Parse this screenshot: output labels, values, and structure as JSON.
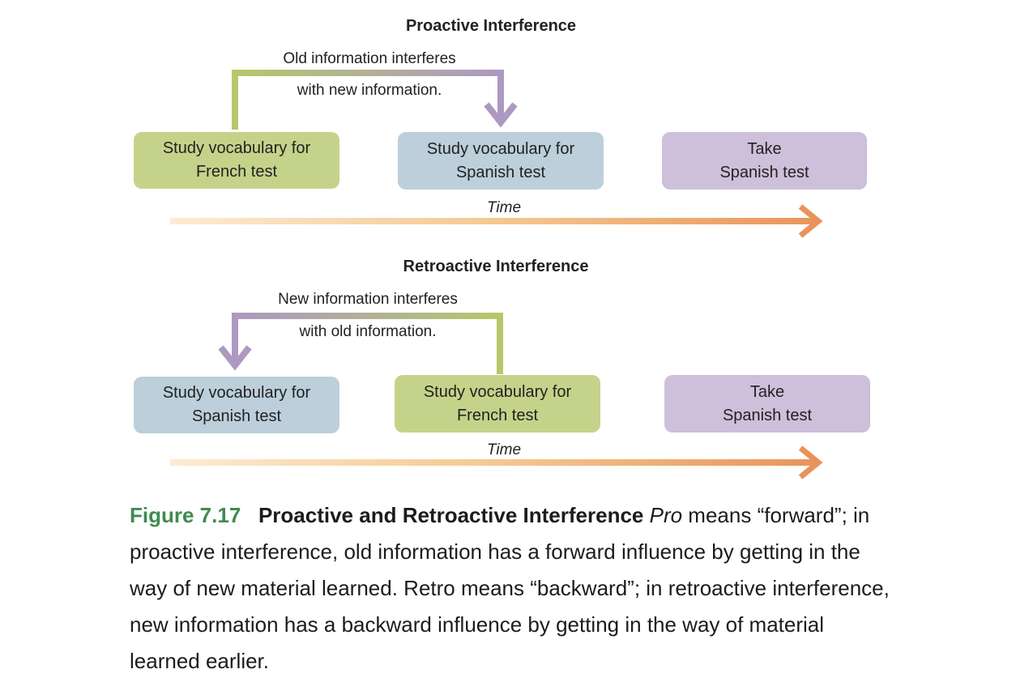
{
  "proactive": {
    "title": "Proactive Interference",
    "note_line1": "Old information interferes",
    "note_line2": "with new information.",
    "boxes": [
      {
        "label": "Study vocabulary for\nFrench test"
      },
      {
        "label": "Study vocabulary for\nSpanish test"
      },
      {
        "label": "Take\nSpanish test"
      }
    ],
    "time_label": "Time"
  },
  "retroactive": {
    "title": "Retroactive Interference",
    "note_line1": "New information interferes",
    "note_line2": "with old information.",
    "boxes": [
      {
        "label": "Study vocabulary for\nSpanish test"
      },
      {
        "label": "Study vocabulary for\nFrench test"
      },
      {
        "label": "Take\nSpanish test"
      }
    ],
    "time_label": "Time"
  },
  "caption": {
    "figure_number": "Figure 7.17",
    "figure_title": "Proactive and Retroactive Interference",
    "lead_word": "Pro",
    "text": " means “forward”; in proactive interference, old information has a forward influence by getting in the way of new material learned. Retro means “backward”; in retroactive interference, new information has a backward influence by getting in the way of material learned earlier."
  },
  "colors": {
    "green": "#c5d38a",
    "blue": "#bccfdb",
    "purple": "#cebfda",
    "arrow_green": "#b6c86a",
    "arrow_purple": "#ad98c2",
    "time_start": "#fdebd2",
    "time_end": "#e9935a",
    "figure_label": "#3f8b4f"
  }
}
